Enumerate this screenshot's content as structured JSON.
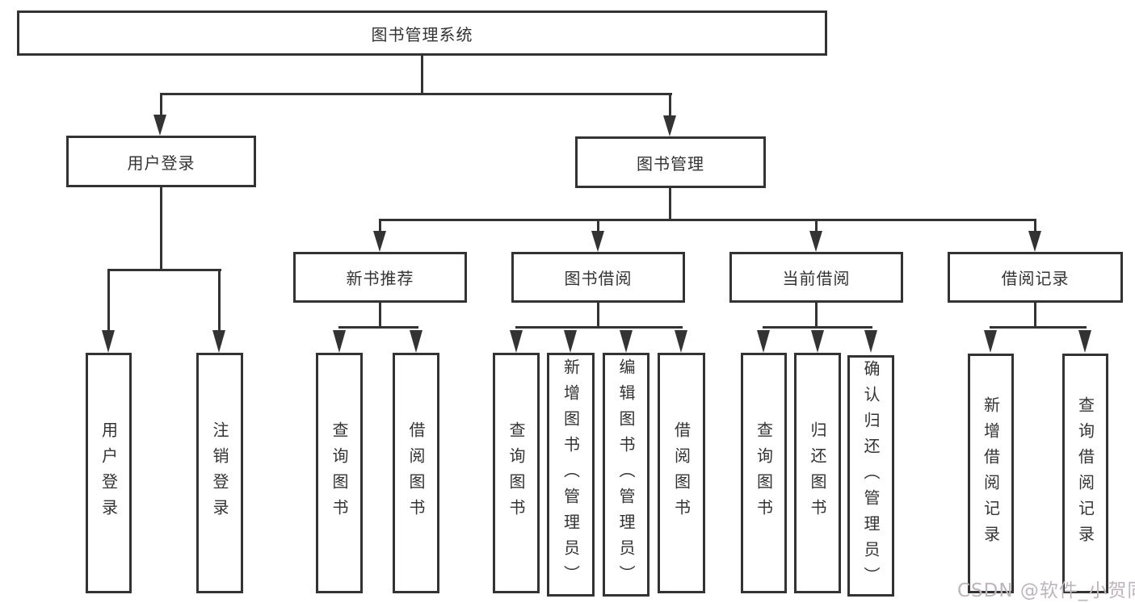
{
  "colors": {
    "line": "#333333",
    "text": "#333333",
    "background": "#ffffff",
    "watermark": "#bdb5bb"
  },
  "watermark": {
    "text": "CSDN @软件_小贺同学"
  },
  "tree": {
    "root": {
      "label": "图书管理系统",
      "children": [
        {
          "label": "用户登录",
          "children": [
            {
              "label": "用户登录"
            },
            {
              "label": "注销登录"
            }
          ]
        },
        {
          "label": "图书管理",
          "children": [
            {
              "label": "新书推荐",
              "children": [
                {
                  "label": "查询图书"
                },
                {
                  "label": "借阅图书"
                }
              ]
            },
            {
              "label": "图书借阅",
              "children": [
                {
                  "label": "查询图书"
                },
                {
                  "label": "新增图书（管理员）"
                },
                {
                  "label": "编辑图书（管理员）"
                },
                {
                  "label": "借阅图书"
                }
              ]
            },
            {
              "label": "当前借阅",
              "children": [
                {
                  "label": "查询图书"
                },
                {
                  "label": "归还图书"
                },
                {
                  "label": "确认归还（管理员）"
                }
              ]
            },
            {
              "label": "借阅记录",
              "children": [
                {
                  "label": "新增借阅记录"
                },
                {
                  "label": "查询借阅记录"
                }
              ]
            }
          ]
        }
      ]
    }
  }
}
